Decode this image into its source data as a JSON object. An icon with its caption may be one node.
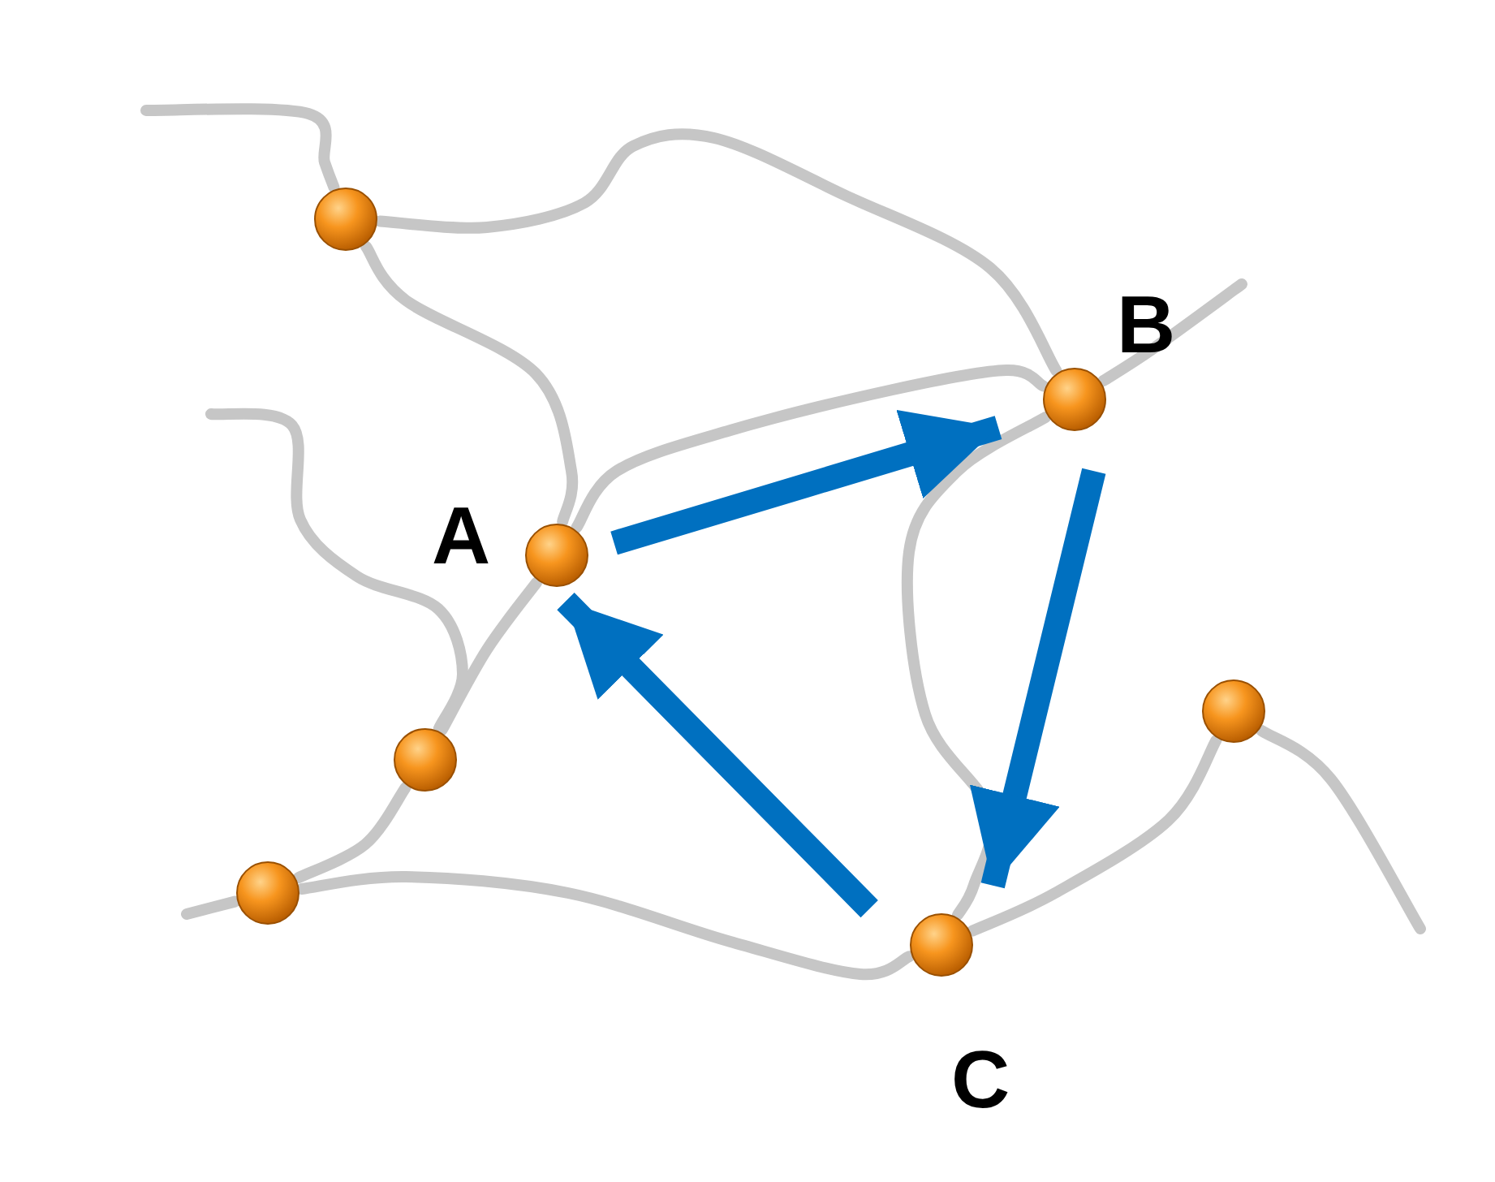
{
  "diagram": {
    "nodes": [
      {
        "text": [],
        "shape": "circle"
      },
      {
        "text": [
          "B"
        ]
      },
      {
        "text": [
          "A"
        ]
      },
      {
        "text": [],
        "shape": "circle"
      },
      {
        "text": [],
        "shape": "circle"
      },
      {
        "text": [],
        "shape": "circle"
      },
      {
        "text": [
          "C"
        ]
      }
    ],
    "edges": [
      {
        "from": null,
        "to": 0,
        "arrow": "none"
      },
      {
        "from": 0,
        "to": 1,
        "arrow": "none"
      },
      {
        "from": 0,
        "to": 2,
        "arrow": "none"
      },
      {
        "from": null,
        "to": 4,
        "arrow": "none"
      },
      {
        "from": 2,
        "to": 4,
        "arrow": "none"
      },
      {
        "from": 4,
        "to": 5,
        "arrow": "none"
      },
      {
        "from": 2,
        "to": 1,
        "arrow": "none"
      },
      {
        "from": 1,
        "to": null,
        "arrow": "none"
      },
      {
        "from": 1,
        "to": 6,
        "arrow": "none"
      },
      {
        "from": 5,
        "to": 6,
        "arrow": "none"
      },
      {
        "from": 5,
        "to": null,
        "arrow": "none"
      },
      {
        "from": 6,
        "to": 3,
        "arrow": "none"
      },
      {
        "from": 3,
        "to": null,
        "arrow": "none"
      },
      {
        "from": 2,
        "to": 1,
        "arrow": "to",
        "style": "thick",
        "color": "#0070c0"
      },
      {
        "from": 1,
        "to": 6,
        "arrow": "to",
        "style": "thick",
        "color": "#0070c0"
      },
      {
        "from": 6,
        "to": 2,
        "arrow": "to",
        "style": "thick",
        "color": "#0070c0"
      }
    ]
  }
}
